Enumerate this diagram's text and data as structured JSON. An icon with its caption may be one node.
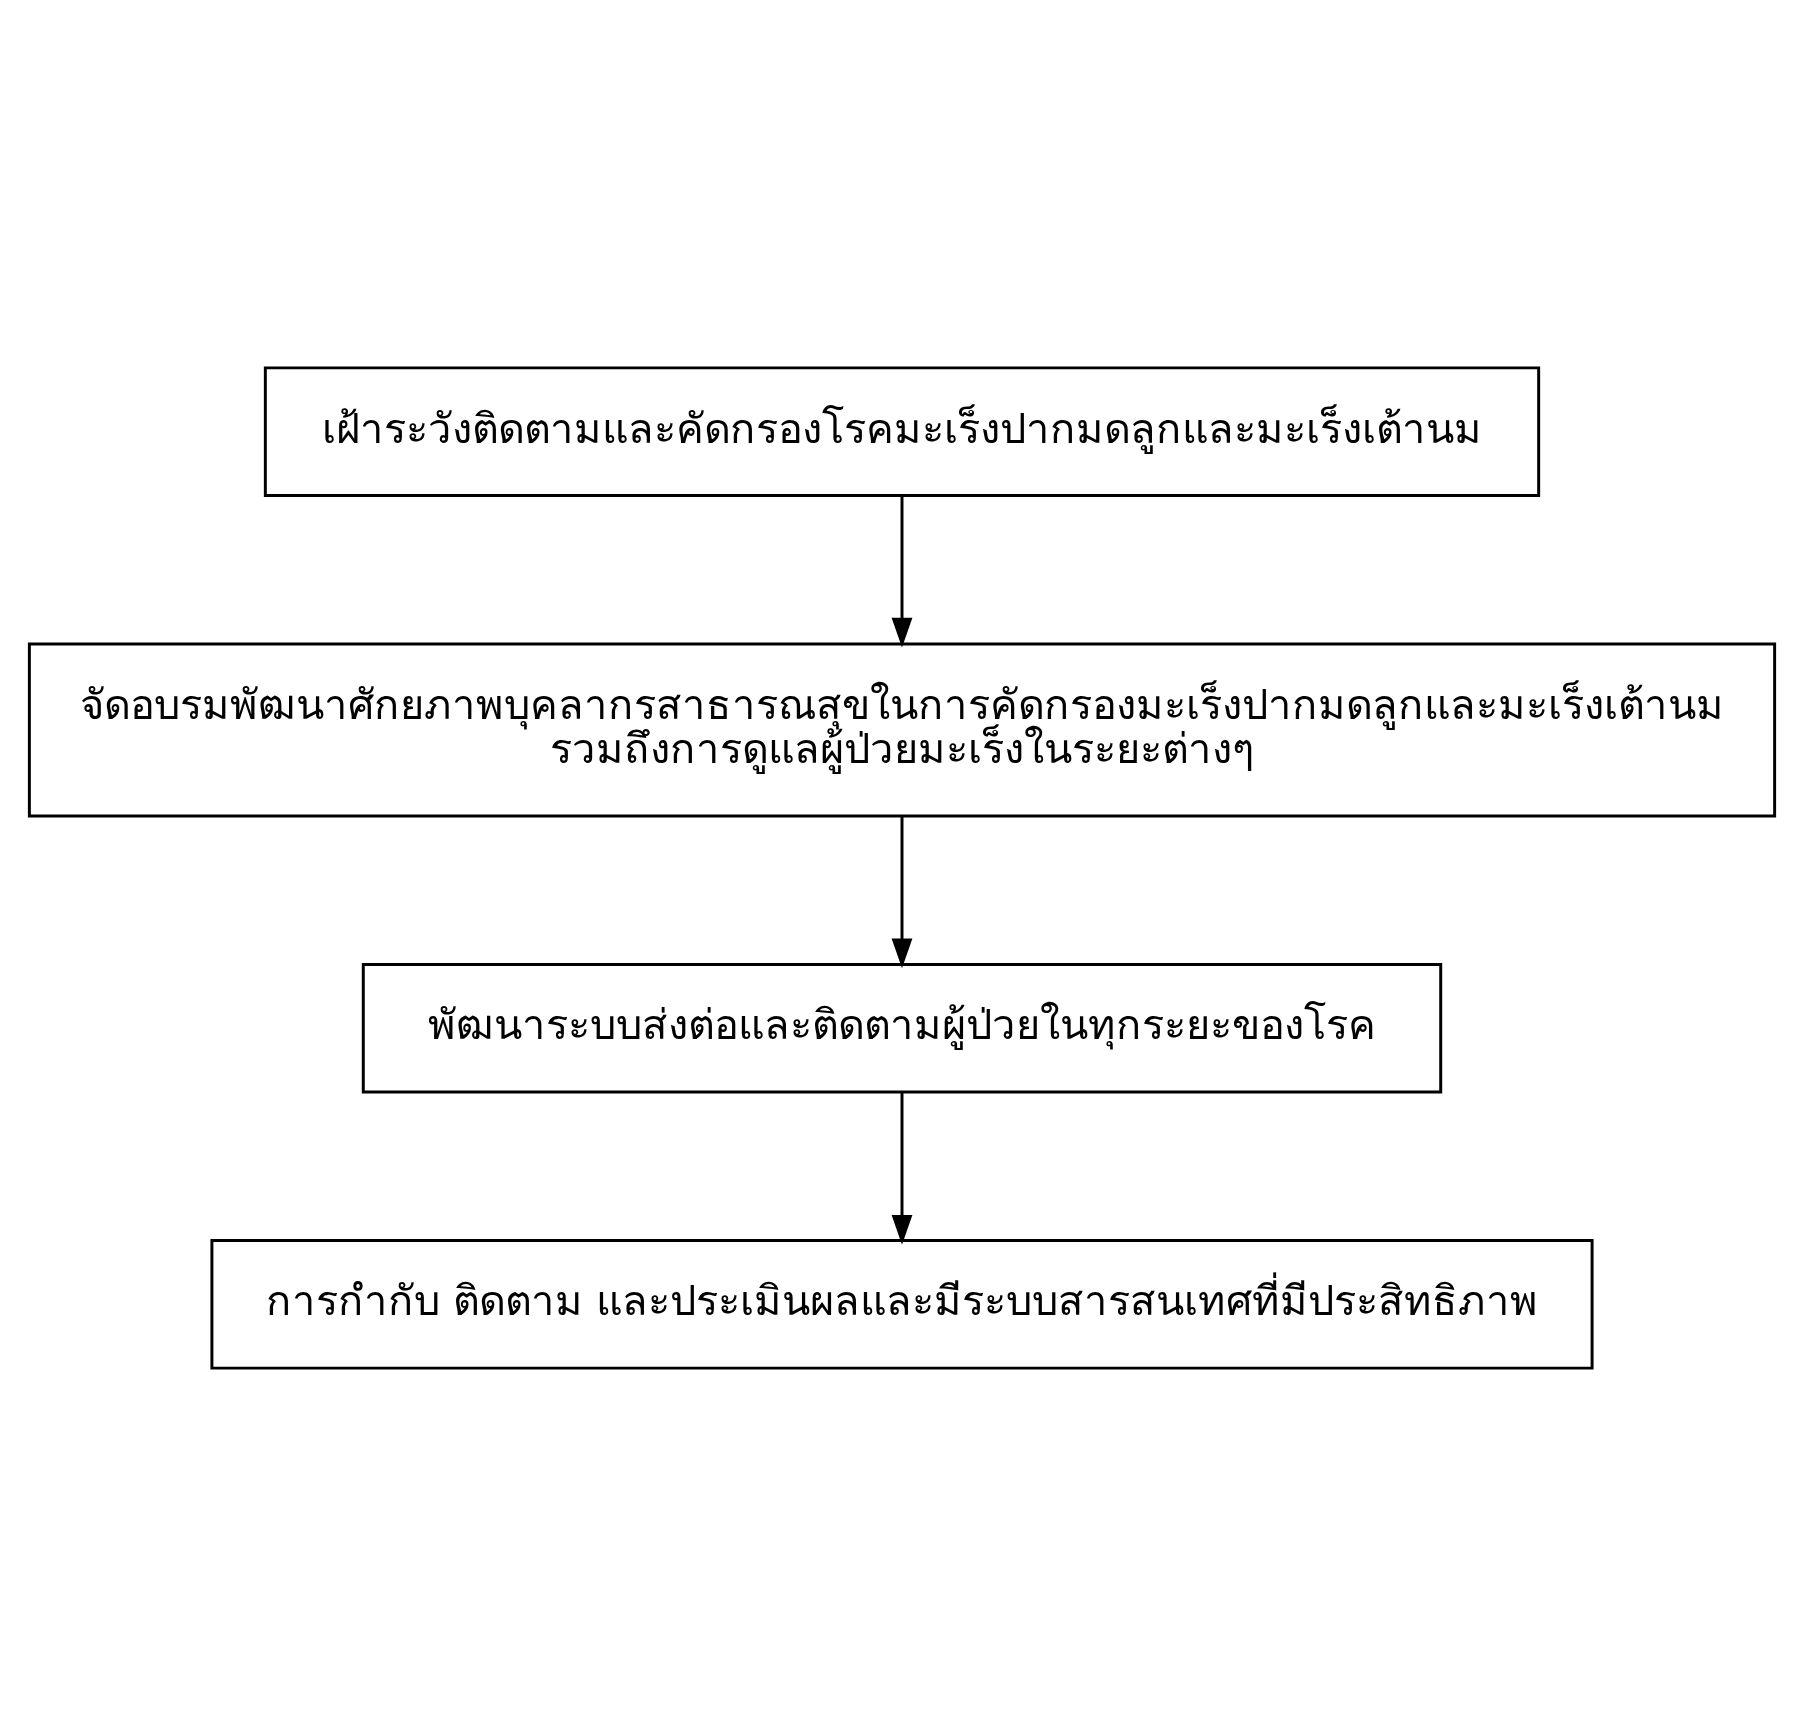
{
  "diagram": {
    "nodes": [
      {
        "text": [
          "เฝ้าระวังติดตามและคัดกรองโรคมะเร็งปากมดลูกและมะเร็งเต้านม"
        ]
      },
      {
        "text": [
          "จัดอบรมพัฒนาศักยภาพบุคลากรสาธารณสุขในการคัดกรองมะเร็งปากมดลูกและมะเร็งเต้านม รวมถึงการดูแลผู้ป่วยมะเร็งในระยะต่างๆ"
        ]
      },
      {
        "text": [
          "พัฒนาระบบส่งต่อและติดตามผู้ป่วยในทุกระยะของโรค"
        ]
      },
      {
        "text": [
          "การกำกับ ติดตาม และประเมินผลและมีระบบสารสนเทศที่มีประสิทธิภาพ"
        ]
      }
    ],
    "edges": [
      {
        "from": 0,
        "to": 1,
        "arrow": "to"
      },
      {
        "from": 1,
        "to": 2,
        "arrow": "to"
      },
      {
        "from": 2,
        "to": 3,
        "arrow": "to"
      }
    ]
  }
}
